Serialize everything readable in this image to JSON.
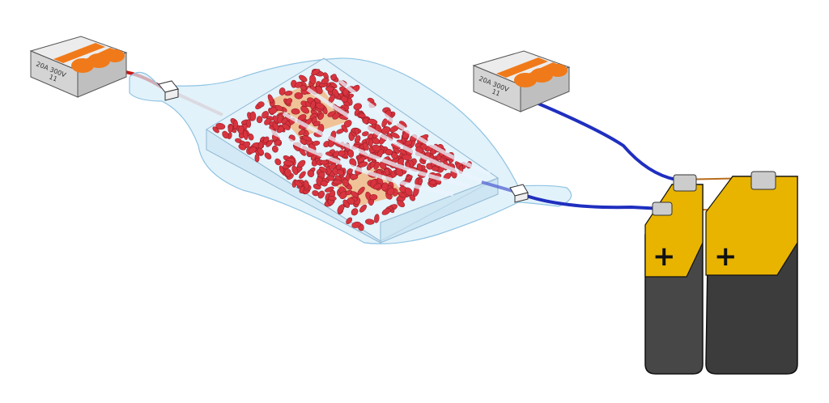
{
  "connector_left": {
    "rating": "20A 300V",
    "strip": "11"
  },
  "connector_right": {
    "rating": "20A 300V",
    "strip": "11"
  },
  "battery_front": {
    "terminal_sign": "+"
  },
  "battery_back": {
    "terminal_sign": "+"
  },
  "colors": {
    "connector_body": "#d9d9d9",
    "connector_lever": "#f07a1a",
    "wire_positive": "#c81818",
    "wire_negative": "#1f2fbf",
    "bag": "#cfe8f7",
    "cells": "#d8343f",
    "battery_label": "#e8b400",
    "battery_body": "#474747"
  }
}
